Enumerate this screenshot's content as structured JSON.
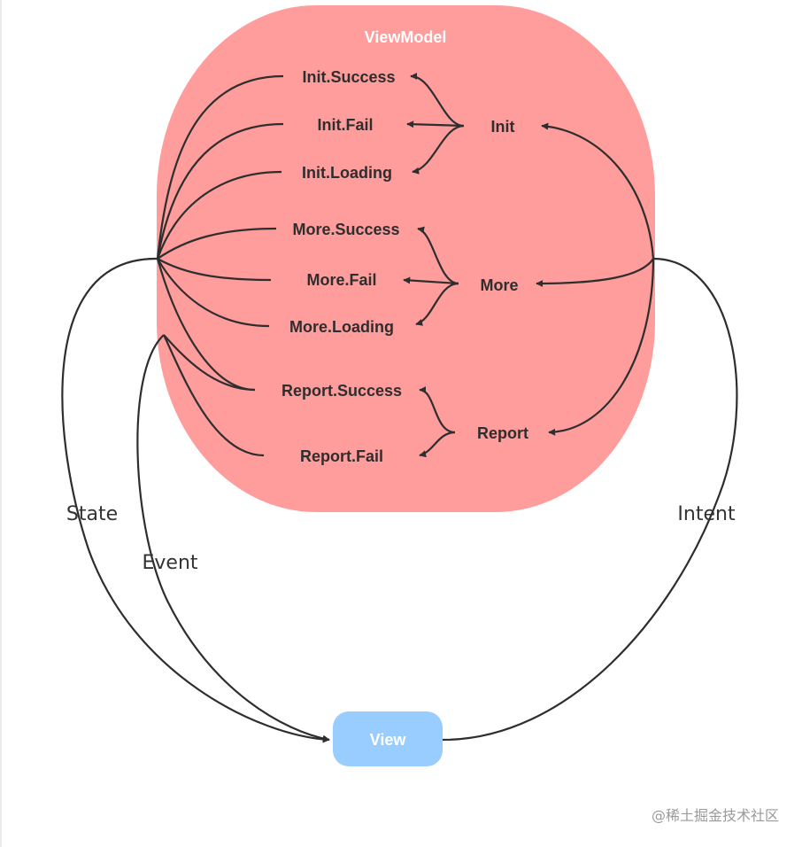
{
  "viewmodel": {
    "title": "ViewModel",
    "fill": "#ff9c9c"
  },
  "view": {
    "label": "View",
    "fill": "#99ccff"
  },
  "states": {
    "init_success": "Init.Success",
    "init_fail": "Init.Fail",
    "init_loading": "Init.Loading",
    "more_success": "More.Success",
    "more_fail": "More.Fail",
    "more_loading": "More.Loading",
    "report_success": "Report.Success",
    "report_fail": "Report.Fail"
  },
  "intents": {
    "init": "Init",
    "more": "More",
    "report": "Report"
  },
  "flows": {
    "state": "State",
    "event": "Event",
    "intent": "Intent"
  },
  "watermark": "@稀土掘金技术社区",
  "colors": {
    "edge": "#2e2e2e",
    "text": "#2e2e2e"
  }
}
